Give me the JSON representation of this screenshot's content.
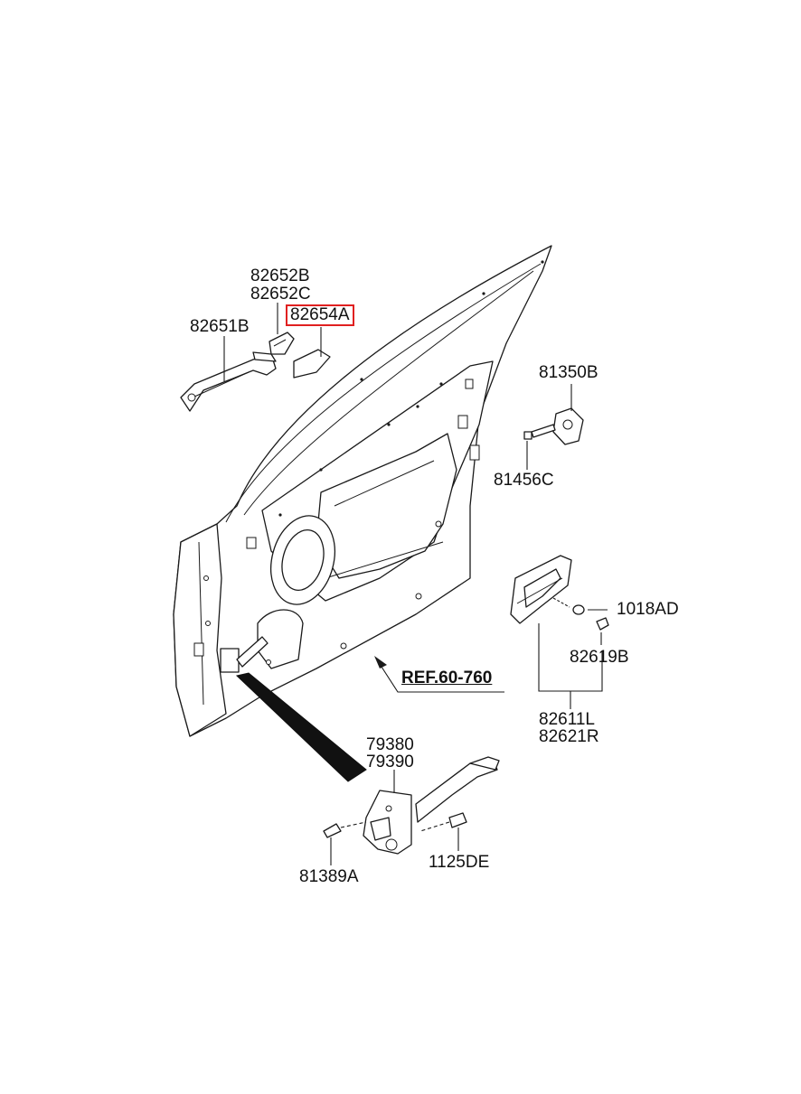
{
  "labels": {
    "p82652b": "82652B",
    "p82652c": "82652C",
    "p82654a": "82654A",
    "p82651b": "82651B",
    "p81350b": "81350B",
    "p81456c": "81456C",
    "p1018ad": "1018AD",
    "p82619b": "82619B",
    "ref": "REF.60-760",
    "p82611l": "82611L",
    "p82621r": "82621R",
    "p79380": "79380",
    "p79390": "79390",
    "p81389a": "81389A",
    "p1125de": "1125DE"
  },
  "highlight_color": "#e02020"
}
